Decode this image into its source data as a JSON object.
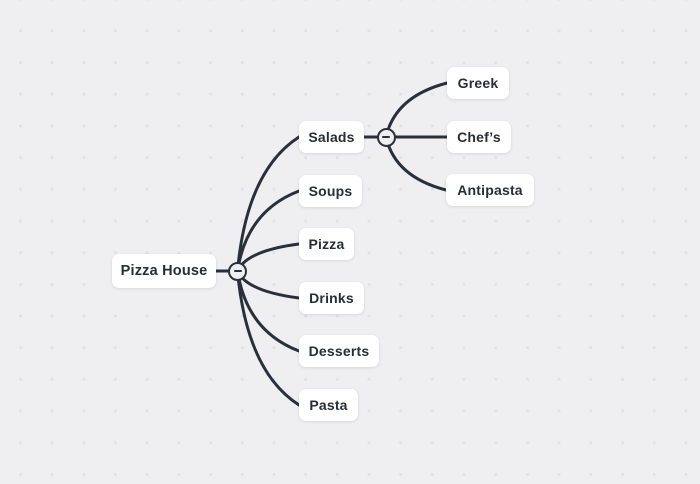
{
  "canvas": {
    "background_color": "#efeff1",
    "grid_dot_color": "#e2e2e5",
    "connector_color": "#2a303a",
    "node_background_color": "#ffffff",
    "node_text_color": "#292d34",
    "collapse_toggle_glyph": "−",
    "collapse_toggle_state": "expanded"
  },
  "mindmap": {
    "root": {
      "label": "Pizza House"
    },
    "level1": [
      {
        "label": "Salads"
      },
      {
        "label": "Soups"
      },
      {
        "label": "Pizza"
      },
      {
        "label": "Drinks"
      },
      {
        "label": "Desserts"
      },
      {
        "label": "Pasta"
      }
    ],
    "salads_children": [
      {
        "label": "Greek"
      },
      {
        "label": "Chef’s"
      },
      {
        "label": "Antipasta"
      }
    ]
  }
}
